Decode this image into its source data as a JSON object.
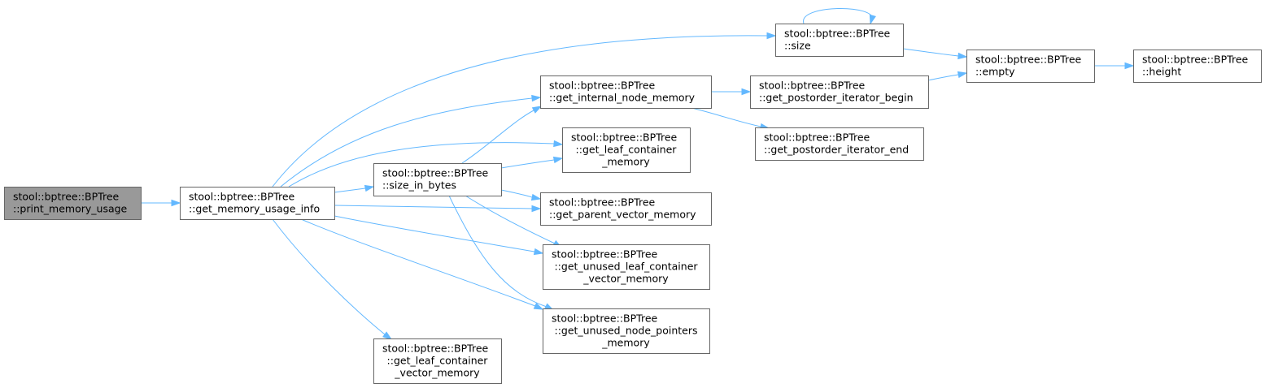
{
  "graph": {
    "nodes": [
      {
        "id": "print_memory_usage",
        "lines": [
          "stool::bptree::BPTree",
          "::print_memory_usage"
        ],
        "root": true
      },
      {
        "id": "get_memory_usage_info",
        "lines": [
          "stool::bptree::BPTree",
          "::get_memory_usage_info"
        ]
      },
      {
        "id": "size_in_bytes",
        "lines": [
          "stool::bptree::BPTree",
          "::size_in_bytes"
        ]
      },
      {
        "id": "get_leaf_container_vector_memory",
        "lines": [
          "stool::bptree::BPTree",
          "::get_leaf_container",
          "_vector_memory"
        ]
      },
      {
        "id": "get_internal_node_memory",
        "lines": [
          "stool::bptree::BPTree",
          "::get_internal_node_memory"
        ]
      },
      {
        "id": "get_leaf_container_memory",
        "lines": [
          "stool::bptree::BPTree",
          "::get_leaf_container",
          "_memory"
        ]
      },
      {
        "id": "get_parent_vector_memory",
        "lines": [
          "stool::bptree::BPTree",
          "::get_parent_vector_memory"
        ]
      },
      {
        "id": "get_unused_leaf_container_vector_memory",
        "lines": [
          "stool::bptree::BPTree",
          "::get_unused_leaf_container",
          "_vector_memory"
        ]
      },
      {
        "id": "get_unused_node_pointers_memory",
        "lines": [
          "stool::bptree::BPTree",
          "::get_unused_node_pointers",
          "_memory"
        ]
      },
      {
        "id": "size",
        "lines": [
          "stool::bptree::BPTree",
          "::size"
        ]
      },
      {
        "id": "get_postorder_iterator_begin",
        "lines": [
          "stool::bptree::BPTree",
          "::get_postorder_iterator_begin"
        ]
      },
      {
        "id": "get_postorder_iterator_end",
        "lines": [
          "stool::bptree::BPTree",
          "::get_postorder_iterator_end"
        ]
      },
      {
        "id": "empty",
        "lines": [
          "stool::bptree::BPTree",
          "::empty"
        ]
      },
      {
        "id": "height",
        "lines": [
          "stool::bptree::BPTree",
          "::height"
        ]
      }
    ],
    "edges": [
      {
        "from": "print_memory_usage",
        "to": "get_memory_usage_info"
      },
      {
        "from": "get_memory_usage_info",
        "to": "size"
      },
      {
        "from": "get_memory_usage_info",
        "to": "get_internal_node_memory"
      },
      {
        "from": "get_memory_usage_info",
        "to": "get_leaf_container_memory"
      },
      {
        "from": "get_memory_usage_info",
        "to": "size_in_bytes"
      },
      {
        "from": "get_memory_usage_info",
        "to": "get_parent_vector_memory"
      },
      {
        "from": "get_memory_usage_info",
        "to": "get_unused_leaf_container_vector_memory"
      },
      {
        "from": "get_memory_usage_info",
        "to": "get_unused_node_pointers_memory"
      },
      {
        "from": "get_memory_usage_info",
        "to": "get_leaf_container_vector_memory"
      },
      {
        "from": "size_in_bytes",
        "to": "get_internal_node_memory"
      },
      {
        "from": "size_in_bytes",
        "to": "get_leaf_container_memory"
      },
      {
        "from": "size_in_bytes",
        "to": "get_parent_vector_memory"
      },
      {
        "from": "size_in_bytes",
        "to": "get_unused_leaf_container_vector_memory"
      },
      {
        "from": "size_in_bytes",
        "to": "get_unused_node_pointers_memory"
      },
      {
        "from": "get_internal_node_memory",
        "to": "get_postorder_iterator_begin"
      },
      {
        "from": "get_internal_node_memory",
        "to": "get_postorder_iterator_end"
      },
      {
        "from": "size",
        "to": "size"
      },
      {
        "from": "size",
        "to": "empty"
      },
      {
        "from": "get_postorder_iterator_begin",
        "to": "empty"
      },
      {
        "from": "empty",
        "to": "height"
      }
    ]
  },
  "colors": {
    "edge": "#63b8ff",
    "node_border": "#666666",
    "root_fill": "#999999",
    "node_fill": "#ffffff"
  }
}
